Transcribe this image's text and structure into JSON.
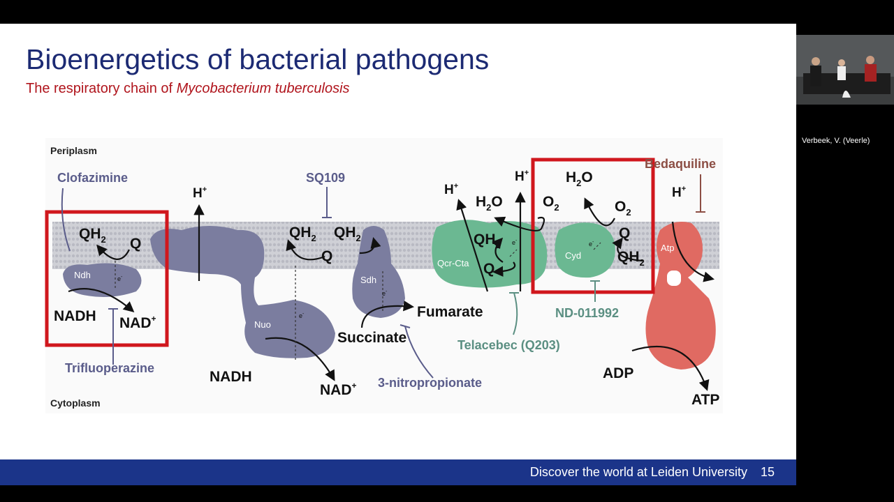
{
  "slide": {
    "title": "Bioenergetics of bacterial pathogens",
    "subtitle_prefix": "The respiratory chain of ",
    "subtitle_italic": "Mycobacterium tuberculosis",
    "footer_text": "Discover the world at Leiden University",
    "page_number": "15"
  },
  "diagram": {
    "periplasm": "Periplasm",
    "cytoplasm": "Cytoplasm",
    "inhibitors": {
      "clofazimine": "Clofazimine",
      "sq109": "SQ109",
      "bedaquiline": "Bedaquiline",
      "trifluoperazine": "Trifluoperazine",
      "nitropropionate": "3-nitropropionate",
      "telacebec": "Telacebec (Q203)",
      "nd011992": "ND-011992"
    },
    "enzymes": {
      "ndh": "Ndh",
      "nuo": "Nuo",
      "sdh": "Sdh",
      "qcr": "Qcr-Cta",
      "cyd": "Cyd",
      "atp": "Atp"
    },
    "species": {
      "qh": "QH",
      "sub2": "2",
      "q": "Q",
      "hplus": "H",
      "plus": "+",
      "h2o_h": "H",
      "h2o_o": "O",
      "o": "O",
      "eminus": "e",
      "minus": "-",
      "nadh": "NADH",
      "nad": "NAD",
      "fumarate": "Fumarate",
      "succinate": "Succinate",
      "adp": "ADP",
      "atp": "ATP"
    },
    "colors": {
      "complex_gray": "#7b7d9f",
      "complex_green": "#6bb892",
      "complex_red": "#e06a62",
      "membrane": "#c8c8cf",
      "highlight_red": "#d0171d",
      "label_gray": "#5a5c8a",
      "label_green": "#5b8f82",
      "label_brown": "#8c4e44"
    }
  },
  "call": {
    "participant_name": "Verbeek, V. (Veerle)"
  }
}
